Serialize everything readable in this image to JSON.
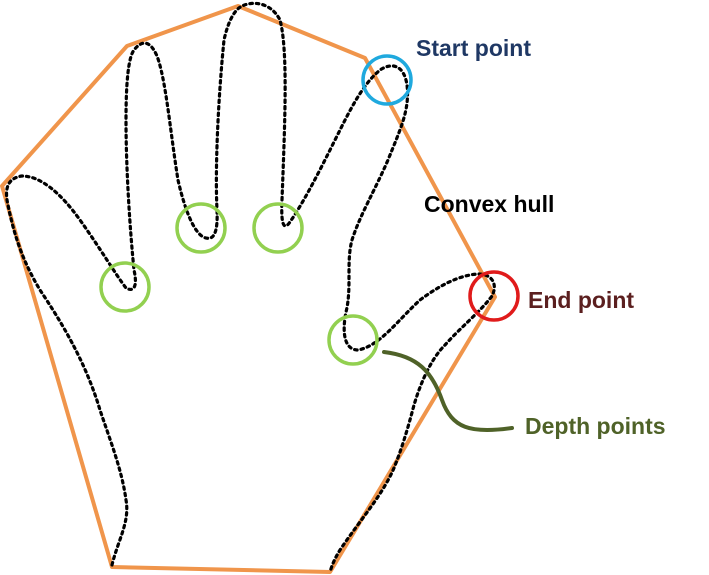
{
  "labels": {
    "start_point": "Start point",
    "convex_hull": "Convex hull",
    "end_point": "End point",
    "depth_points": "Depth points"
  },
  "colors": {
    "hull": "#f0954b",
    "contour": "#000000",
    "start_marker": "#1fa9de",
    "end_marker": "#e01b1b",
    "depth_marker": "#92d050",
    "start_text": "#1f3864",
    "hull_text": "#000000",
    "end_text": "#5b1f1f",
    "depth_text": "#4f6228",
    "leader": "#4f6228"
  }
}
